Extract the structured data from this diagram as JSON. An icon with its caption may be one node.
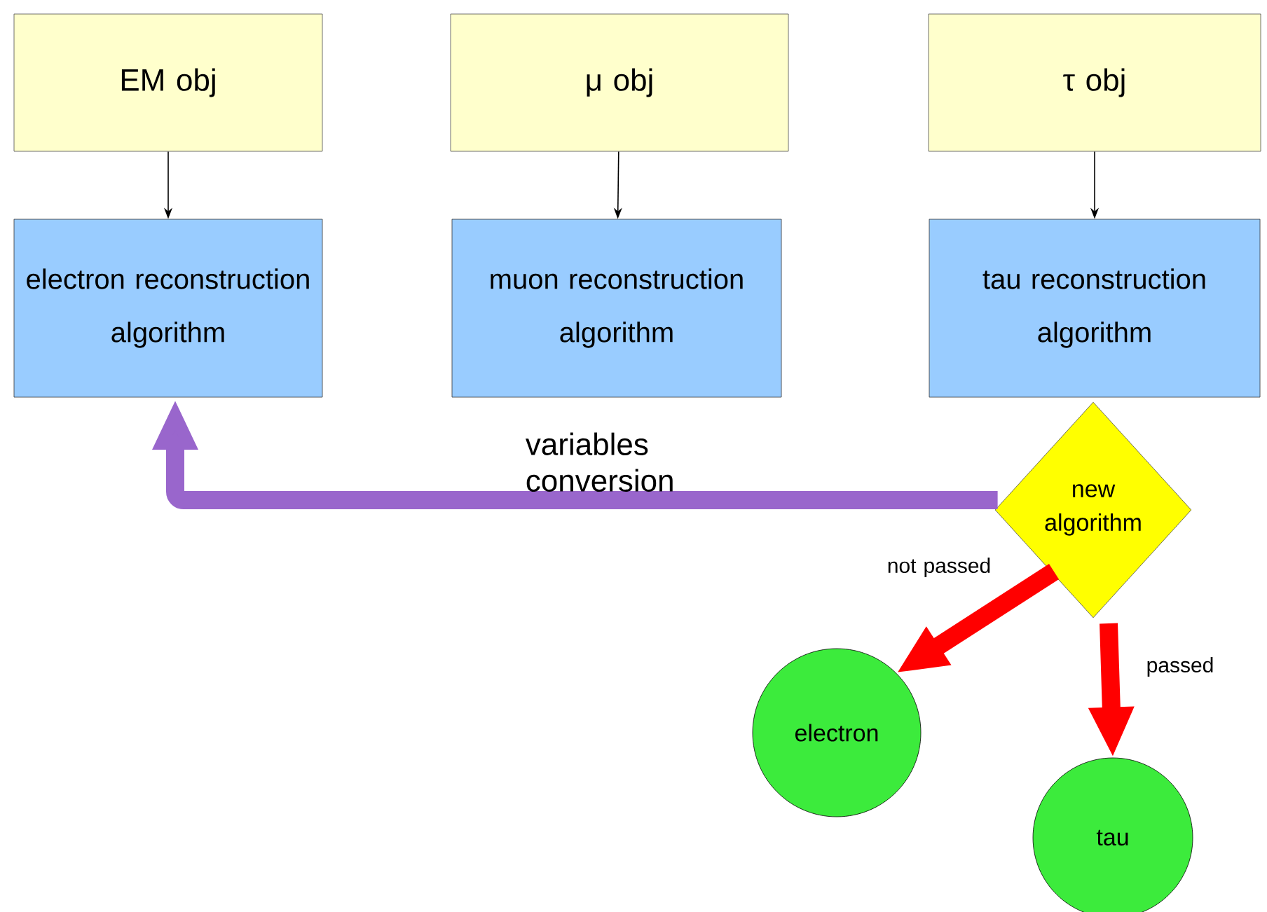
{
  "diagram": {
    "nodes": [
      {
        "text": [
          "EM obj"
        ]
      },
      {
        "text": [
          "μ obj"
        ]
      },
      {
        "text": [
          "τ obj"
        ]
      },
      {
        "text": [
          "electron reconstruction algorithm"
        ]
      },
      {
        "text": [
          "muon reconstruction algorithm"
        ]
      },
      {
        "text": [
          "tau reconstruction algorithm"
        ]
      },
      {
        "text": [
          "new algorithm"
        ]
      },
      {
        "text": [
          "electron"
        ]
      },
      {
        "text": [
          "tau"
        ]
      }
    ],
    "edges": [
      {
        "from": 0,
        "to": 3,
        "arrow": "to"
      },
      {
        "from": 1,
        "to": 4,
        "arrow": "to"
      },
      {
        "from": 2,
        "to": 5,
        "arrow": "to"
      },
      {
        "from": 6,
        "to": 3,
        "arrow": "to",
        "label": "variables conversion",
        "style": "thick",
        "color": "#9966cc"
      },
      {
        "from": 6,
        "to": 7,
        "arrow": "to",
        "label": "not passed",
        "style": "thick",
        "color": "#ff0000"
      },
      {
        "from": 6,
        "to": 8,
        "arrow": "to",
        "label": "passed",
        "style": "thick",
        "color": "#ff0000"
      }
    ]
  }
}
